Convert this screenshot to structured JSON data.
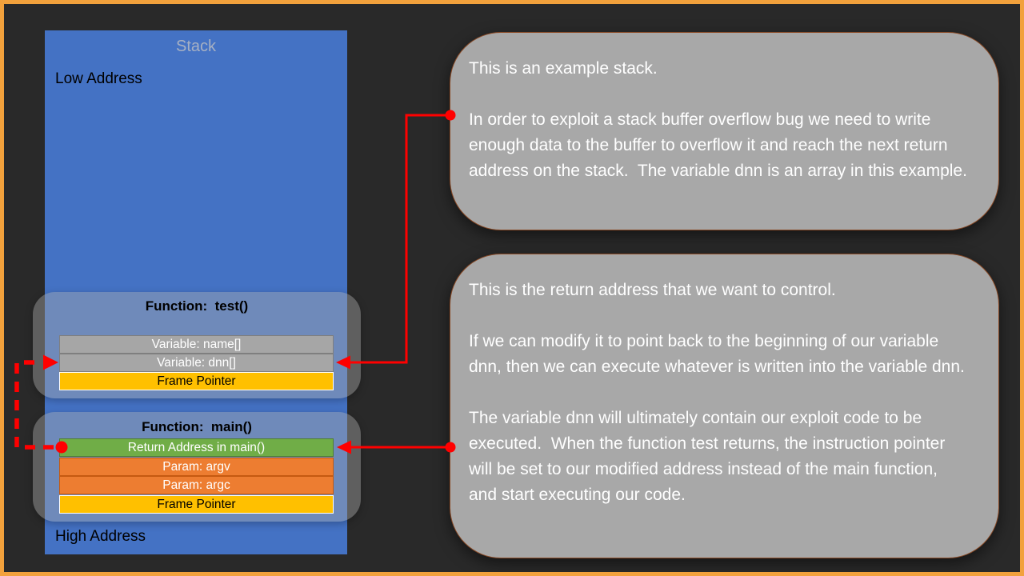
{
  "slide": {
    "background": "#292929",
    "frame_border_color": "#F2A13C"
  },
  "stack_diagram": {
    "title": "Stack",
    "title_color": "#A6B0C3",
    "fill": "#4472C4",
    "low_address_label": "Low Address",
    "high_address_label": "High Address",
    "frames": [
      {
        "title": "Function:  test()",
        "rows": [
          {
            "label": "Variable: name[]",
            "fill": "#A6A6A6",
            "border": "#7F7F7F",
            "text_color": "#FFFFFF"
          },
          {
            "label": "Variable: dnn[]",
            "fill": "#A6A6A6",
            "border": "#7F7F7F",
            "text_color": "#FFFFFF"
          },
          {
            "label": "Frame Pointer",
            "fill": "#FFC000",
            "border": "#FFFFFF",
            "text_color": "#000000"
          }
        ]
      },
      {
        "title": "Function:  main()",
        "rows": [
          {
            "label": "Return Address in main()",
            "fill": "#70AD47",
            "border": "#507E32",
            "text_color": "#FFFFFF"
          },
          {
            "label": "Param: argv",
            "fill": "#ED7D31",
            "border": "#C55A11",
            "text_color": "#FFFFFF"
          },
          {
            "label": "Param: argc",
            "fill": "#ED7D31",
            "border": "#C55A11",
            "text_color": "#FFFFFF"
          },
          {
            "label": "Frame Pointer",
            "fill": "#FFC000",
            "border": "#FFFFFF",
            "text_color": "#000000"
          }
        ]
      }
    ]
  },
  "callouts": [
    {
      "fill": "#A8A8A8",
      "border": "#8A4A26",
      "text_color": "#FFFFFF",
      "paragraphs": [
        "This is an example stack.",
        "In order to exploit a stack buffer overflow bug we need to write enough data to the buffer to overflow it and reach the next return address on the stack.  The variable dnn is an array in this example."
      ]
    },
    {
      "fill": "#A8A8A8",
      "border": "#8A4A26",
      "text_color": "#FFFFFF",
      "paragraphs": [
        "This is the return address that we want to control.",
        "If we can modify it to point back to the beginning of our variable dnn, then we can execute whatever is written into the variable dnn.",
        "The variable dnn will ultimately contain our exploit code to be executed.  When the function test returns, the instruction pointer will be set to our modified address instead of the main function, and start executing our code."
      ]
    }
  ],
  "connectors": {
    "color": "#FF0000"
  }
}
